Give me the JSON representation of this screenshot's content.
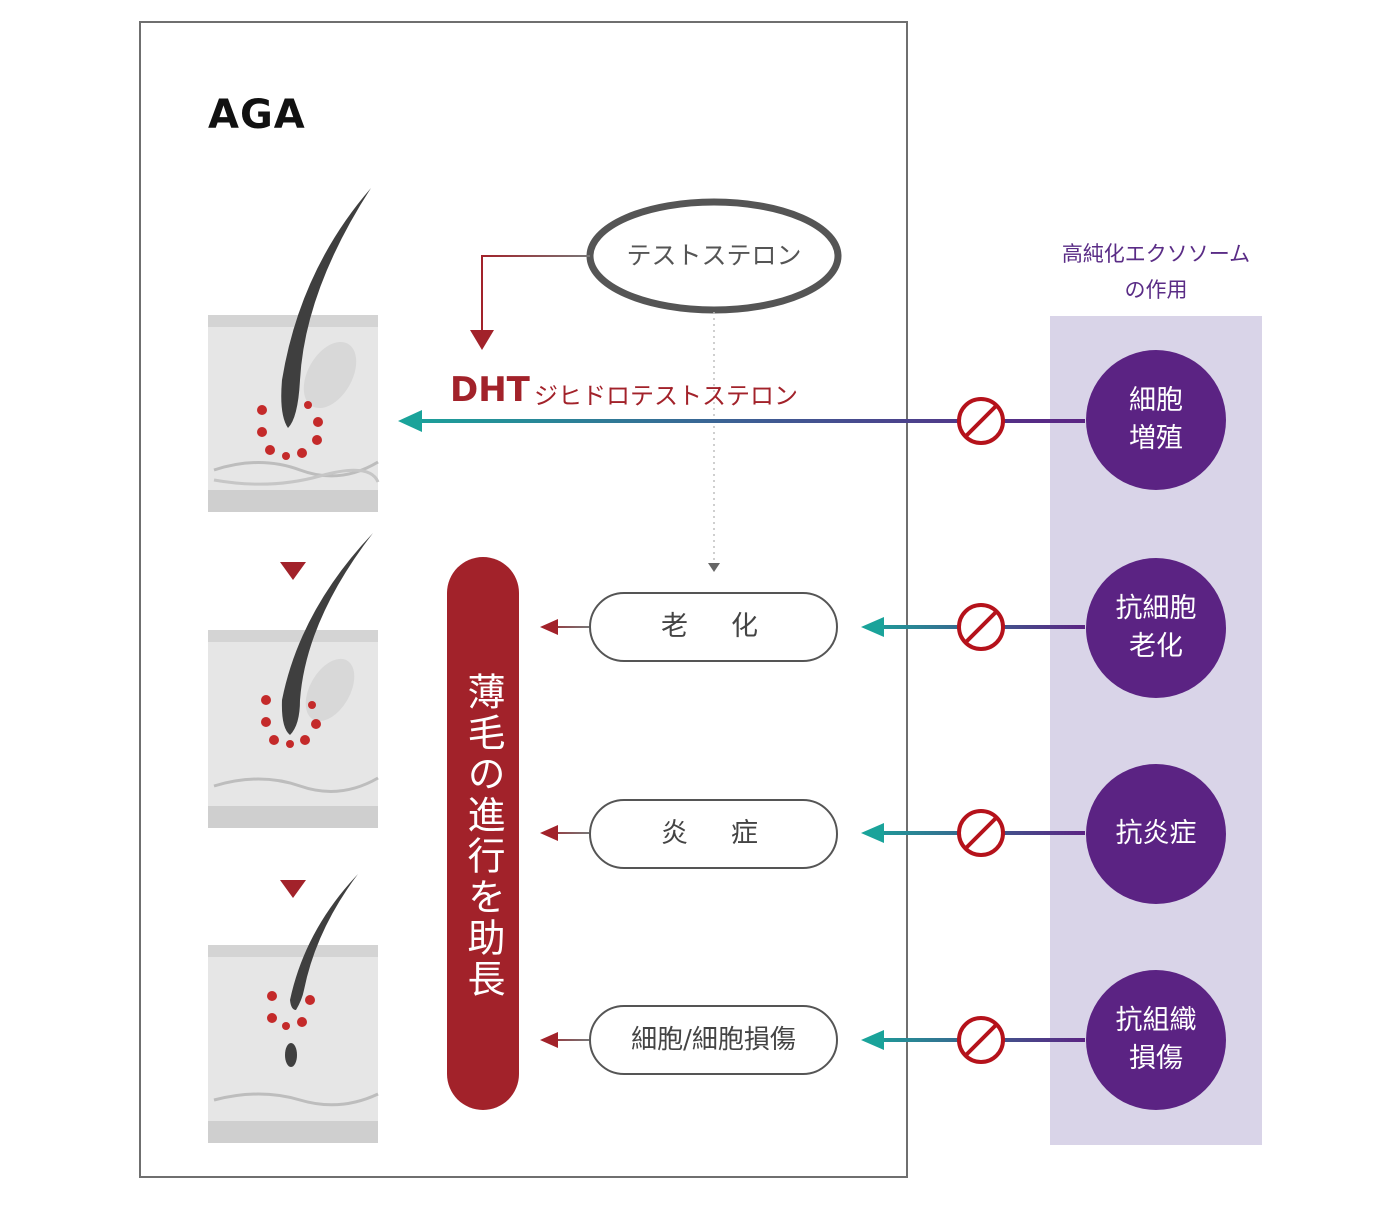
{
  "aga": {
    "title": "AGA"
  },
  "testosterone": {
    "label": "テストステロン"
  },
  "dht": {
    "abbr": "DHT",
    "full": "ジヒドロテストステロン"
  },
  "effects": [
    {
      "label": "老　化"
    },
    {
      "label": "炎　症"
    },
    {
      "label": "細胞/細胞損傷"
    }
  ],
  "progression": {
    "label": "薄毛の進行を助長"
  },
  "exosome": {
    "title_line1": "高純化エクソソーム",
    "title_line2": "の作用",
    "actions": [
      {
        "line1": "細胞",
        "line2": "増殖"
      },
      {
        "line1": "抗細胞",
        "line2": "老化"
      },
      {
        "line1": "抗炎症",
        "line2": ""
      },
      {
        "line1": "抗組織",
        "line2": "損傷"
      }
    ]
  },
  "colors": {
    "dark_red": "#a2222a",
    "purple": "#5b2383",
    "teal": "#1aa39a",
    "panel": "#d9d4e8",
    "prohibit": "#b5121b"
  }
}
